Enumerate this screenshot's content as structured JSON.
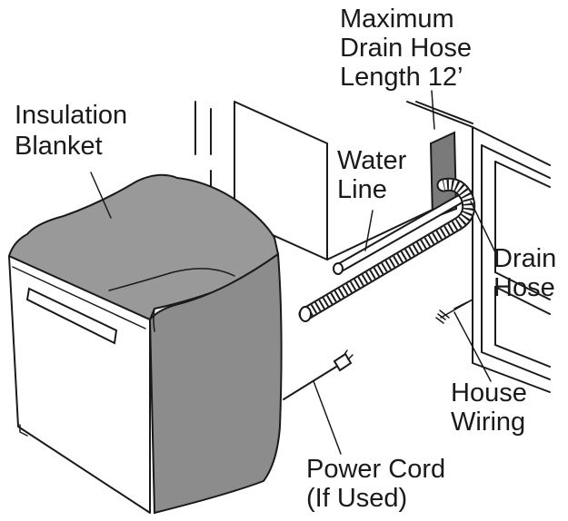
{
  "labels": {
    "max_hose_1": "Maximum",
    "max_hose_2": "Drain Hose",
    "max_hose_3": "Length 12’",
    "insulation_1": "Insulation",
    "insulation_2": "Blanket",
    "water_1": "Water",
    "water_2": "Line",
    "drain_1": "Drain",
    "drain_2": "Hose",
    "house_1": "House",
    "house_2": "Wiring",
    "power_1": "Power Cord",
    "power_2": "(If Used)"
  },
  "colors": {
    "ink": "#1a1a1a",
    "blanket": "#8c8c8c",
    "blanket_top": "#999999",
    "cabinet_back": "#7a7a7a",
    "paper": "#ffffff"
  }
}
